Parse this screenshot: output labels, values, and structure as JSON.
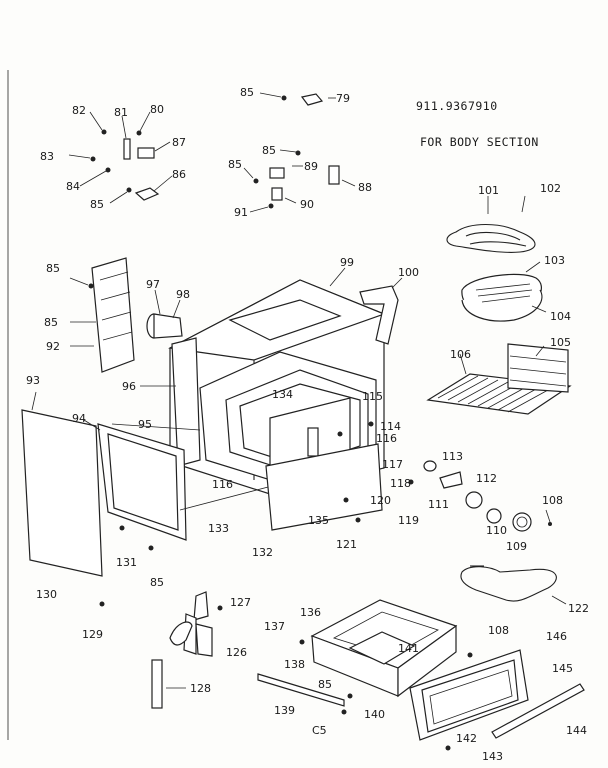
{
  "header": {
    "model_number": "911.9367910",
    "section_title": "FOR BODY SECTION"
  },
  "callouts": [
    {
      "key": "c79",
      "text": "79"
    },
    {
      "key": "c85a",
      "text": "85"
    },
    {
      "key": "c82",
      "text": "82"
    },
    {
      "key": "c81",
      "text": "81"
    },
    {
      "key": "c80",
      "text": "80"
    },
    {
      "key": "c87",
      "text": "87"
    },
    {
      "key": "c83",
      "text": "83"
    },
    {
      "key": "c84",
      "text": "84"
    },
    {
      "key": "c86",
      "text": "86"
    },
    {
      "key": "c85b",
      "text": "85"
    },
    {
      "key": "c85c",
      "text": "85"
    },
    {
      "key": "c89",
      "text": "89"
    },
    {
      "key": "c85d",
      "text": "85"
    },
    {
      "key": "c88",
      "text": "88"
    },
    {
      "key": "c91",
      "text": "91"
    },
    {
      "key": "c90",
      "text": "90"
    },
    {
      "key": "c101",
      "text": "101"
    },
    {
      "key": "c102",
      "text": "102"
    },
    {
      "key": "c99",
      "text": "99"
    },
    {
      "key": "c85e",
      "text": "85"
    },
    {
      "key": "c97",
      "text": "97"
    },
    {
      "key": "c98",
      "text": "98"
    },
    {
      "key": "c100",
      "text": "100"
    },
    {
      "key": "c103",
      "text": "103"
    },
    {
      "key": "c104",
      "text": "104"
    },
    {
      "key": "c85f",
      "text": "85"
    },
    {
      "key": "c92",
      "text": "92"
    },
    {
      "key": "c105",
      "text": "105"
    },
    {
      "key": "c106",
      "text": "106"
    },
    {
      "key": "c93",
      "text": "93"
    },
    {
      "key": "c96",
      "text": "96"
    },
    {
      "key": "c134",
      "text": "134"
    },
    {
      "key": "c115",
      "text": "115"
    },
    {
      "key": "c94",
      "text": "94"
    },
    {
      "key": "c95",
      "text": "95"
    },
    {
      "key": "c114",
      "text": "114"
    },
    {
      "key": "c116a",
      "text": "116"
    },
    {
      "key": "c113",
      "text": "113"
    },
    {
      "key": "c117",
      "text": "117"
    },
    {
      "key": "c116b",
      "text": "116"
    },
    {
      "key": "c112",
      "text": "112"
    },
    {
      "key": "c118",
      "text": "118"
    },
    {
      "key": "c120",
      "text": "120"
    },
    {
      "key": "c108a",
      "text": "108"
    },
    {
      "key": "c111",
      "text": "111"
    },
    {
      "key": "c119",
      "text": "119"
    },
    {
      "key": "c133",
      "text": "133"
    },
    {
      "key": "c135",
      "text": "135"
    },
    {
      "key": "c121",
      "text": "121"
    },
    {
      "key": "c110",
      "text": "110"
    },
    {
      "key": "c109",
      "text": "109"
    },
    {
      "key": "c131",
      "text": "131"
    },
    {
      "key": "c132",
      "text": "132"
    },
    {
      "key": "c130",
      "text": "130"
    },
    {
      "key": "c85g",
      "text": "85"
    },
    {
      "key": "c122",
      "text": "122"
    },
    {
      "key": "c129",
      "text": "129"
    },
    {
      "key": "c127",
      "text": "127"
    },
    {
      "key": "c136",
      "text": "136"
    },
    {
      "key": "c137",
      "text": "137"
    },
    {
      "key": "c108b",
      "text": "108"
    },
    {
      "key": "c146",
      "text": "146"
    },
    {
      "key": "c126",
      "text": "126"
    },
    {
      "key": "c141",
      "text": "141"
    },
    {
      "key": "c138",
      "text": "138"
    },
    {
      "key": "c145",
      "text": "145"
    },
    {
      "key": "c128",
      "text": "128"
    },
    {
      "key": "c85h",
      "text": "85"
    },
    {
      "key": "c139",
      "text": "139"
    },
    {
      "key": "c140",
      "text": "140"
    },
    {
      "key": "c144",
      "text": "144"
    },
    {
      "key": "c142",
      "text": "142"
    },
    {
      "key": "c5",
      "text": "C5"
    },
    {
      "key": "c143",
      "text": "143"
    }
  ]
}
